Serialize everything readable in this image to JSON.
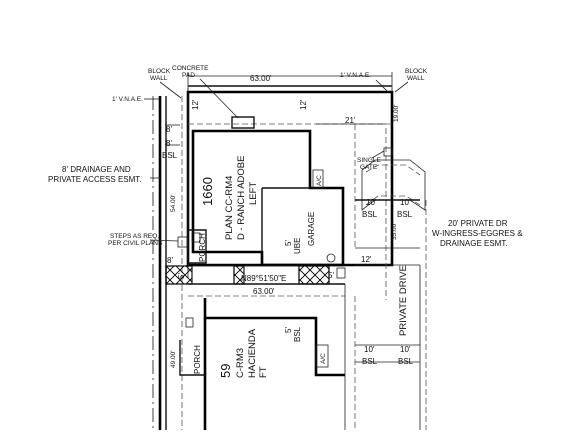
{
  "plan": {
    "labels": {
      "block_wall_left": [
        "BLOCK",
        "WALL"
      ],
      "concrete_pad": [
        "CONCRETE",
        "PAD"
      ],
      "dim_top_width": "63.00'",
      "vnae_top": "1' V.N.A.E.",
      "block_wall_right": [
        "BLOCK",
        "WALL"
      ],
      "vnae_left": "1' V.N.A.E.",
      "dim_12_left": "12'",
      "dim_12_right": "12'",
      "dim_21": "21'",
      "dim_19": "19.00'",
      "dim_8_a": "8'",
      "dim_8_b": "8'",
      "bsl_left": "BSL",
      "drainage_left": [
        "8' DRAINAGE AND",
        "PRIVATE ACCESS ESMT."
      ],
      "single_gate": [
        "SINGLE",
        "GATE"
      ],
      "lot_number": "1660",
      "plan_text": [
        "PLAN CC-RM4",
        "D - RANCH ADOBE",
        "LEFT"
      ],
      "dim_54": "54.00'",
      "ac": "A/C",
      "steps": [
        "STEPS AS REQ.",
        "PER CIVIL PLANS"
      ],
      "porch_top": "PORCH",
      "dim_5_upper": "5'",
      "ube": "UBE",
      "garage": "GARAGE",
      "dim_10_a": "10'",
      "dim_10_b": "10'",
      "bsl_a": "BSL",
      "bsl_b": "BSL",
      "dim_35": "35.00'",
      "private_dr": [
        "20' PRIVATE DR",
        "W-INGRESS-EGGRES &",
        "DRAINAGE ESMT."
      ],
      "dim_8_lower": "8'",
      "dim_12_lower": "12'",
      "bearing": "N89°51'50\"E",
      "dim_5_left": "5'",
      "dim_5_right": "5'",
      "dim_63_lower": "63.00'",
      "private_drive": "PRIVATE DRIVE",
      "lot_number_lower": "59",
      "plan_lower": [
        "C-RM3",
        "HACIENDA",
        "FT"
      ],
      "dim_5_lower": "5'",
      "bsl_lower": "BSL",
      "dim_49": "49.00'",
      "porch_lower": "PORCH",
      "ac_lower": "A/C",
      "dim_10_c": "10'",
      "dim_10_d": "10'",
      "bsl_c": "BSL",
      "bsl_d": "BSL"
    }
  }
}
